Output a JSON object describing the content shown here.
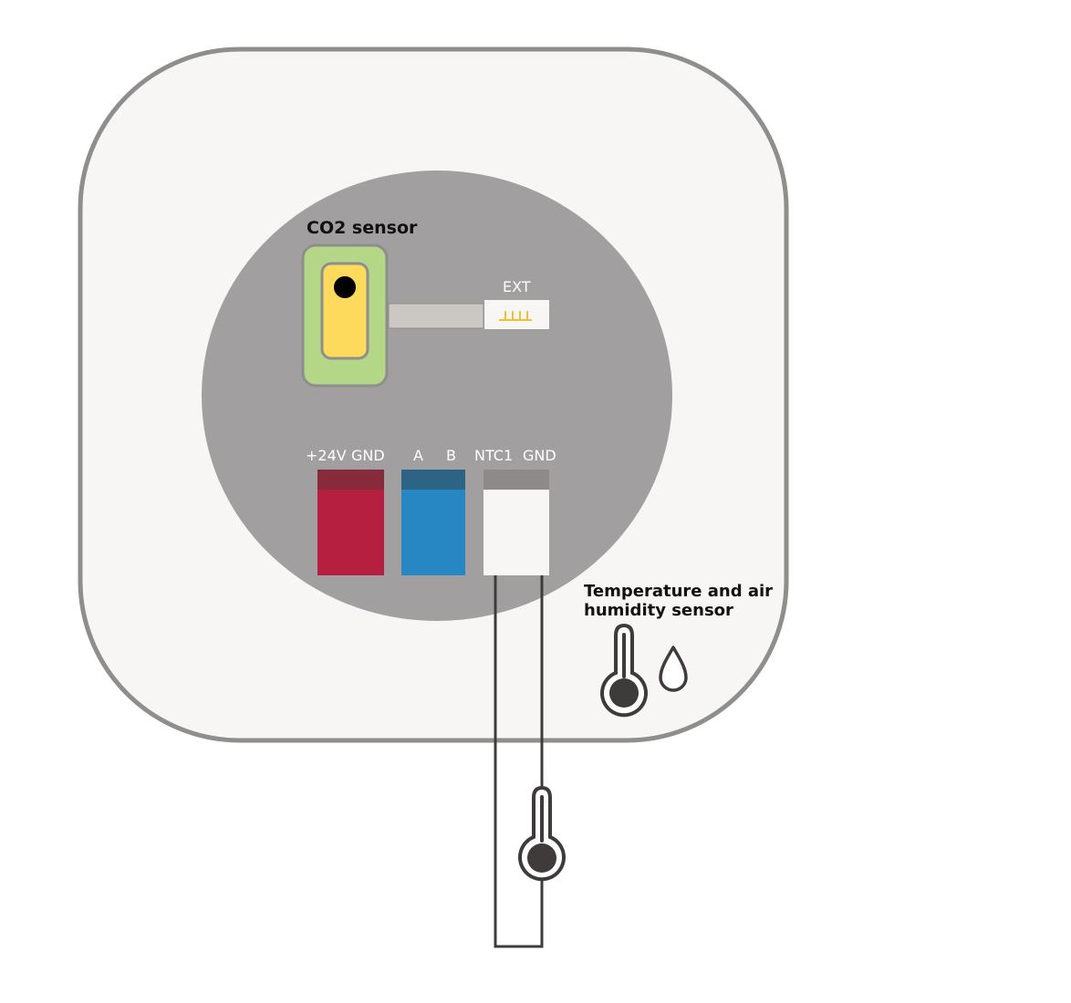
{
  "labels": {
    "co2_sensor": "CO2 sensor",
    "ext": "EXT",
    "plus24v": "+24V",
    "gnd1": "GND",
    "a": "A",
    "b": "B",
    "ntc1": "NTC1",
    "gnd2": "GND",
    "temp_humidity_line1": "Temperature and air",
    "temp_humidity_line2": "humidity sensor"
  },
  "colors": {
    "housing_fill": "#f7f6f5",
    "housing_stroke": "#8f8e8e",
    "circle": "#a19f9f",
    "co2_body": "#b3d786",
    "co2_window": "#fdd95c",
    "power_terminal": "#b71f41",
    "power_terminal_top": "#862a3c",
    "bus_terminal": "#2787c3",
    "bus_terminal_top": "#2d6486",
    "ntc_terminal": "#f7f6f5",
    "ntc_terminal_top": "#8f8a8a",
    "icon_dark": "#3f3b3b",
    "wire": "#3f3b3b"
  },
  "icons": [
    "thermometer-icon",
    "water-drop-icon",
    "thermometer-probe-icon"
  ]
}
